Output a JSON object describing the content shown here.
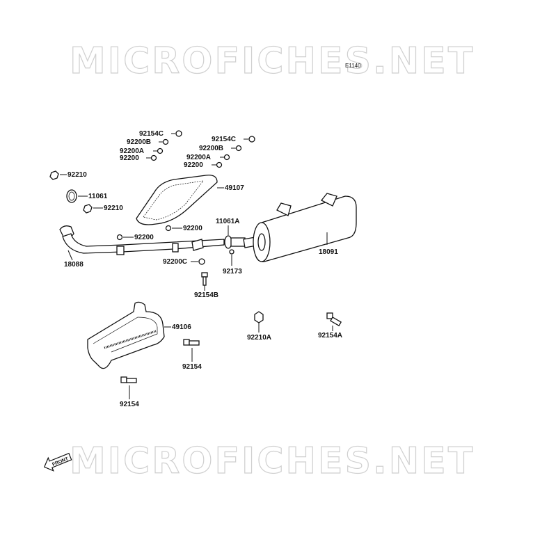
{
  "watermark": "MICROFICHES.NET",
  "diagram_code": "E1140",
  "front_label": "FRONT",
  "callouts": {
    "p92154C_a": "92154C",
    "p92200B_a": "92200B",
    "p92200A_a": "92200A",
    "p92200_a": "92200",
    "p92154C_b": "92154C",
    "p92200B_b": "92200B",
    "p92200A_b": "92200A",
    "p92200_b": "92200",
    "p92210_a": "92210",
    "p11061": "11061",
    "p92210_b": "92210",
    "p49107": "49107",
    "p92200_c": "92200",
    "p11061A": "11061A",
    "p92200_d": "92200",
    "p18091": "18091",
    "p18088": "18088",
    "p92200C": "92200C",
    "p92173": "92173",
    "p92154B": "92154B",
    "p49106": "49106",
    "p92210A": "92210A",
    "p92154A": "92154A",
    "p92154_a": "92154",
    "p92154_b": "92154"
  }
}
